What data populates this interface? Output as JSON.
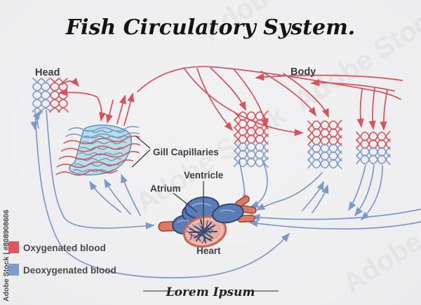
{
  "title": "Fish Circulatory System.",
  "labels": {
    "head": "Head",
    "body": "Body",
    "gill_capillaries": "Gill Capillaries",
    "ventricle": "Ventricle",
    "atrium": "Atrium",
    "heart": "Heart"
  },
  "legend": {
    "items": [
      {
        "label": "Oxygenated blood",
        "color": "#e05560"
      },
      {
        "label": "Deoxygenated blood",
        "color": "#7f9cc9"
      }
    ]
  },
  "footer": {
    "text": "Lorem Ipsum"
  },
  "watermark": {
    "diagonal": "Adobe Stock",
    "side": "Adobe Stock | #808908606"
  },
  "colors": {
    "oxygenated": "#d8525b",
    "deoxygenated": "#7d99c7",
    "background": "#f0eff1",
    "label_text": "#3d3d45"
  }
}
